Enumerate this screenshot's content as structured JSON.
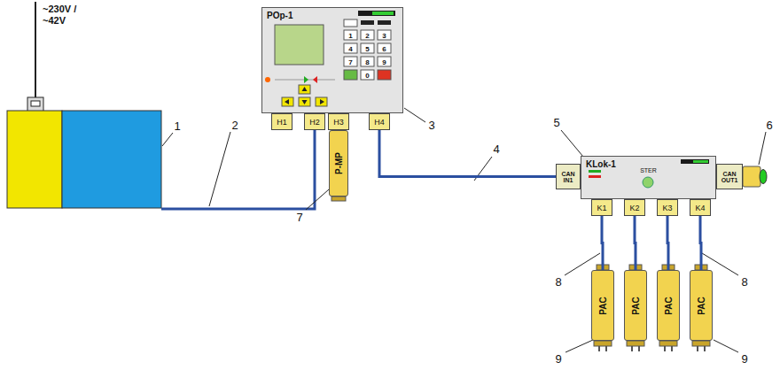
{
  "diagram": {
    "nodes": [
      {
        "text": [
          "POp-1"
        ]
      },
      {
        "text": [
          "H1"
        ]
      },
      {
        "text": [
          "H2"
        ]
      },
      {
        "text": [
          "H3"
        ]
      },
      {
        "text": [
          "H4"
        ]
      },
      {
        "text": [
          "P-MP"
        ]
      },
      {
        "text": [
          "KLok-1",
          "STER"
        ]
      },
      {
        "text": [
          "CAN IN1"
        ]
      },
      {
        "text": [
          "CAN OUT1"
        ]
      },
      {
        "text": [
          "K1"
        ]
      },
      {
        "text": [
          "K2"
        ]
      },
      {
        "text": [
          "K3"
        ]
      },
      {
        "text": [
          "K4"
        ]
      },
      {
        "text": [
          "PAC"
        ]
      },
      {
        "text": [
          "PAC"
        ]
      },
      {
        "text": [
          "PAC"
        ]
      },
      {
        "text": [
          "PAC"
        ]
      }
    ],
    "edges": [
      {
        "from": 4,
        "to": 7,
        "arrow": "none"
      },
      {
        "from": 9,
        "to": 13,
        "arrow": "none"
      },
      {
        "from": 10,
        "to": 14,
        "arrow": "none"
      },
      {
        "from": 11,
        "to": 15,
        "arrow": "none"
      },
      {
        "from": 12,
        "to": 16,
        "arrow": "none"
      }
    ],
    "labels": [
      "~230V / ~42V",
      "1",
      "2",
      "3",
      "4",
      "5",
      "6",
      "7",
      "8",
      "8",
      "9",
      "9",
      "1",
      "2",
      "3",
      "4",
      "5",
      "6",
      "7",
      "8",
      "9",
      "0"
    ]
  }
}
